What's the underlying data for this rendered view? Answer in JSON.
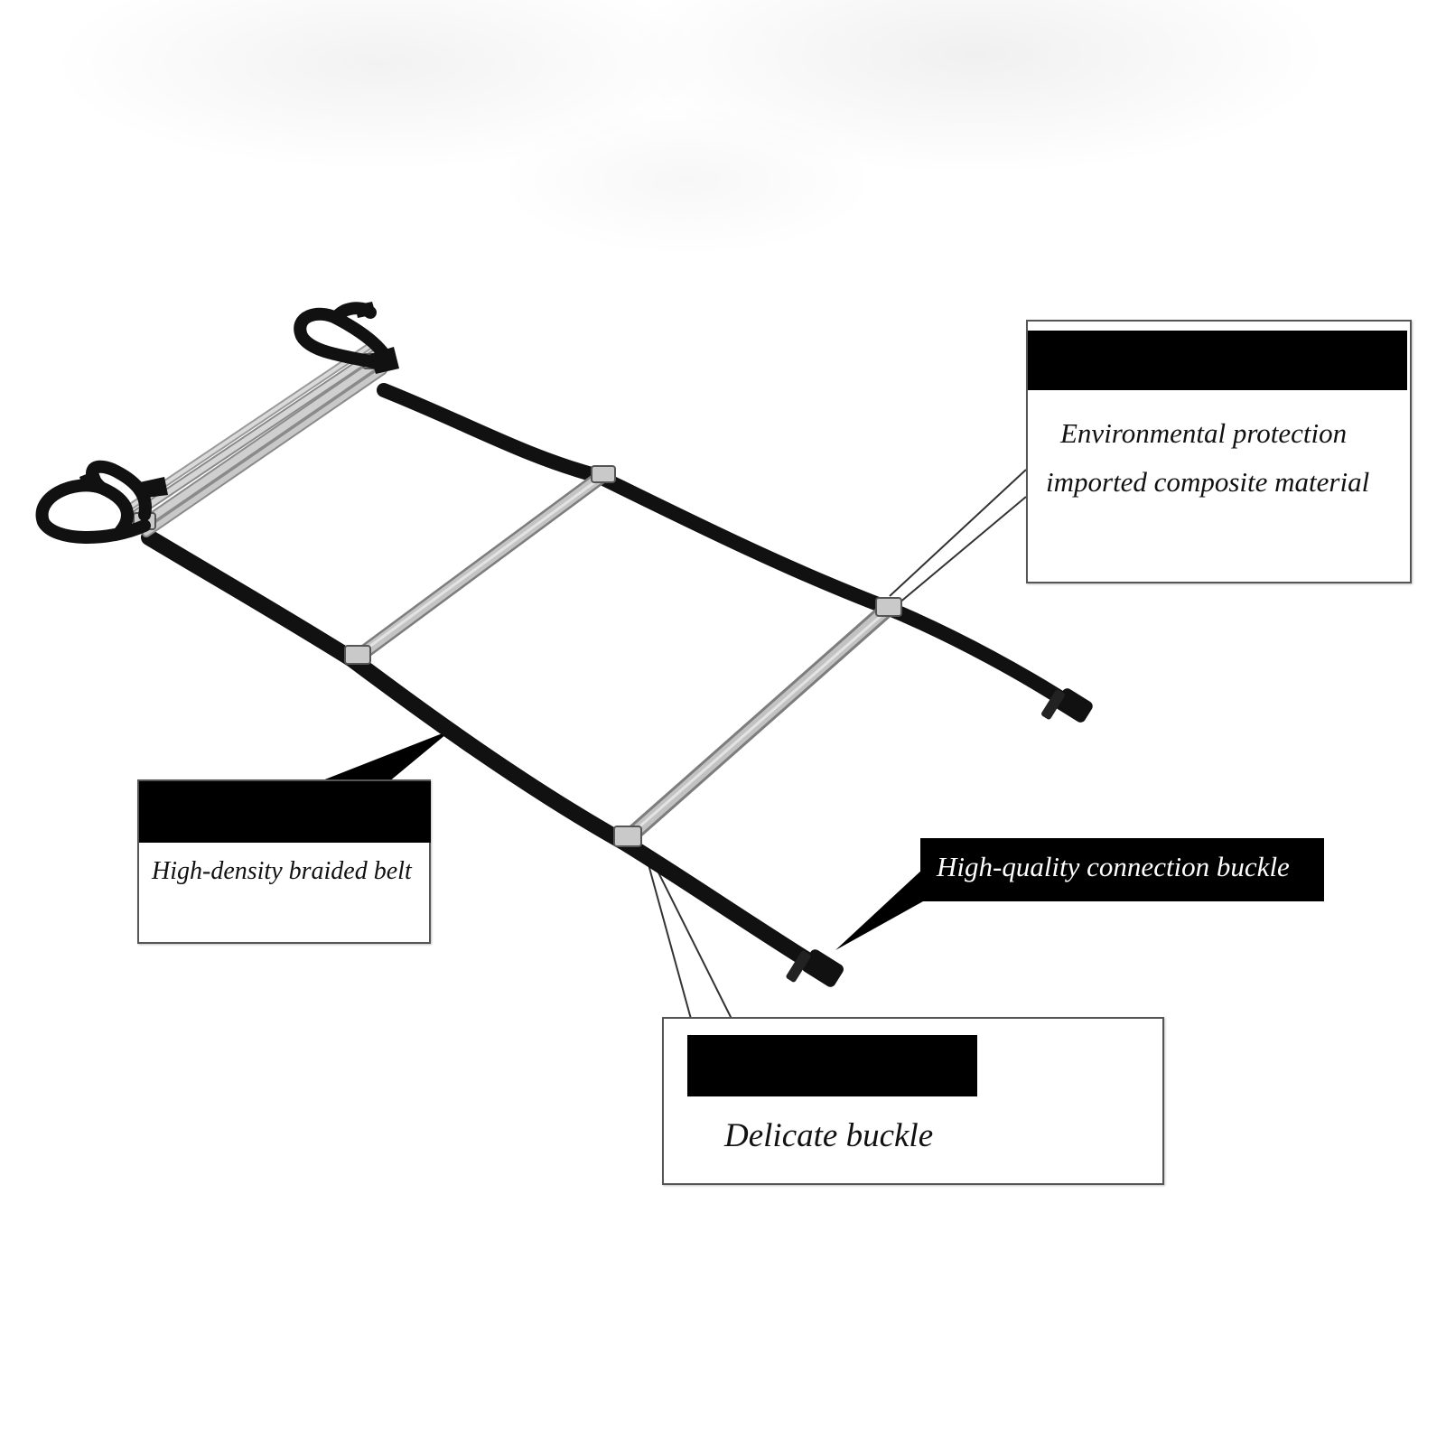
{
  "callouts": {
    "environmental": {
      "line1": "Environmental protection",
      "line2": "imported composite material"
    },
    "braided_belt": {
      "text": "High-density braided belt"
    },
    "connection_buckle": {
      "text": "High-quality connection buckle"
    },
    "delicate_buckle": {
      "text": "Delicate buckle"
    }
  },
  "colors": {
    "background": "#ffffff",
    "strap": "#111111",
    "rung": "#b9b9b9",
    "label_bar": "#000000"
  },
  "product": {
    "icon": "agility-ladder-image"
  }
}
